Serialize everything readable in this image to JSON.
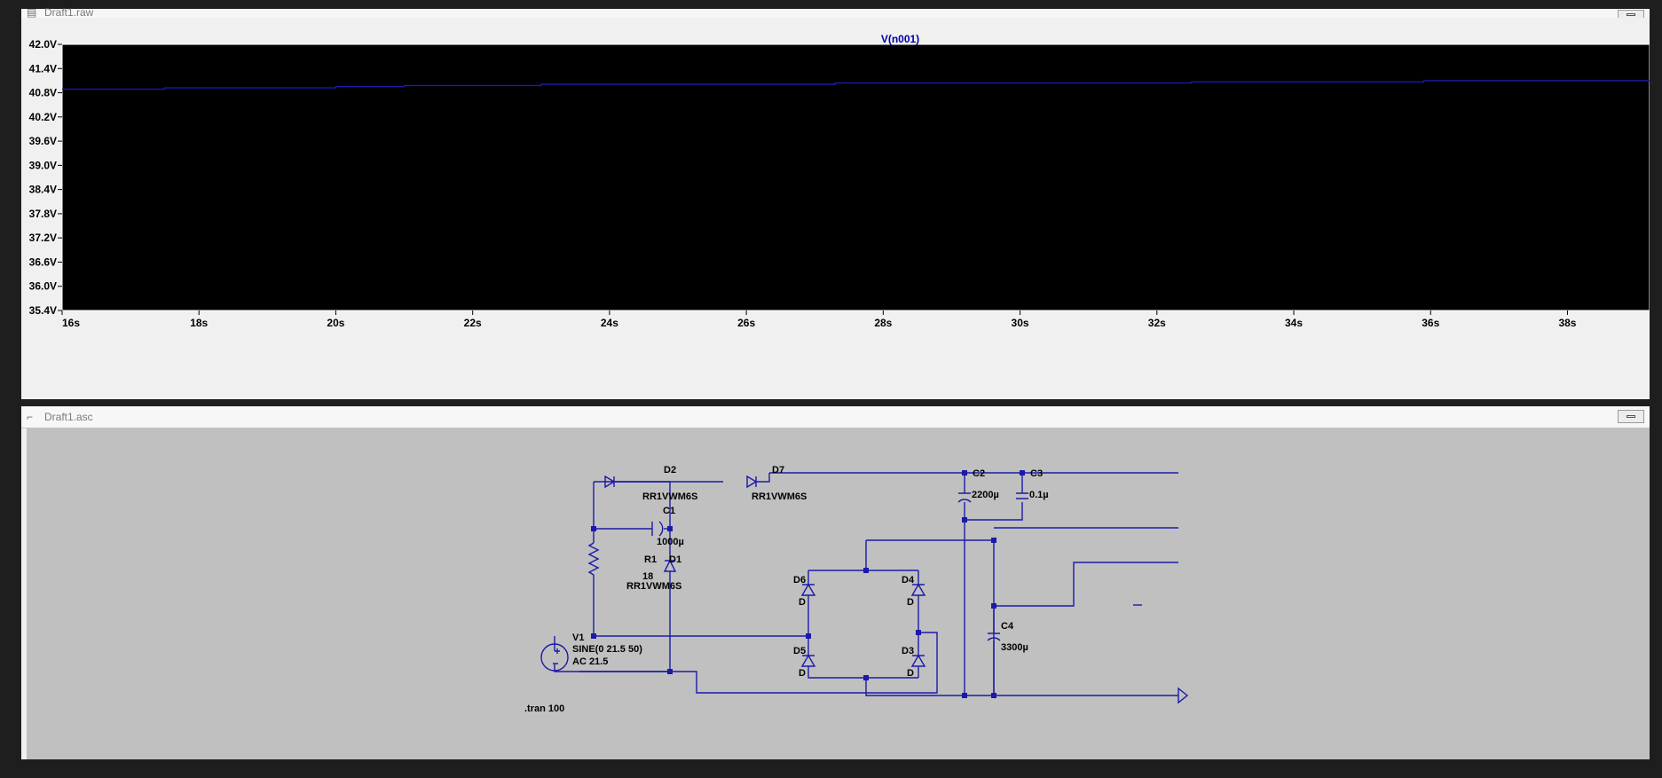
{
  "plot_window": {
    "title": "Draft1.raw",
    "trace_name": "V(n001)",
    "trace_color": "#1a1aa8",
    "background": "#000000",
    "y_ticks": [
      "42.0V",
      "41.4V",
      "40.8V",
      "40.2V",
      "39.6V",
      "39.0V",
      "38.4V",
      "37.8V",
      "37.2V",
      "36.6V",
      "36.0V",
      "35.4V"
    ],
    "x_ticks": [
      "16s",
      "18s",
      "20s",
      "22s",
      "24s",
      "26s",
      "28s",
      "30s",
      "32s",
      "34s",
      "36s",
      "38s"
    ]
  },
  "chart_data": {
    "type": "line",
    "title": "V(n001)",
    "xlabel": "",
    "ylabel": "",
    "xlim": [
      16,
      39.2
    ],
    "ylim": [
      35.4,
      42.0
    ],
    "grid": false,
    "series": [
      {
        "name": "V(n001)",
        "x": [
          16,
          17.5,
          17.5,
          20,
          20,
          21,
          21,
          23,
          23,
          27.3,
          27.3,
          32.5,
          32.5,
          35.9,
          35.9,
          39.2
        ],
        "y": [
          40.89,
          40.89,
          40.92,
          40.92,
          40.95,
          40.95,
          40.98,
          40.98,
          41.01,
          41.01,
          41.04,
          41.04,
          41.07,
          41.07,
          41.1,
          41.1
        ]
      }
    ]
  },
  "schematic_window": {
    "title": "Draft1.asc",
    "background": "#c0c0c0",
    "wire_color": "#1a1aa8",
    "components": {
      "D2": {
        "ref": "D2",
        "value": "RR1VWM6S"
      },
      "D7": {
        "ref": "D7",
        "value": "RR1VWM6S"
      },
      "C1": {
        "ref": "C1",
        "value": "1000µ"
      },
      "D1": {
        "ref": "D1",
        "value": "RR1VWM6S"
      },
      "R1": {
        "ref": "R1",
        "value": "18"
      },
      "V1": {
        "ref": "V1",
        "value": "SINE(0 21.5 50)",
        "value2": "AC 21.5"
      },
      "C2": {
        "ref": "C2",
        "value": "2200µ"
      },
      "C3": {
        "ref": "C3",
        "value": "0.1µ"
      },
      "C4": {
        "ref": "C4",
        "value": "3300µ"
      },
      "D6": {
        "ref": "D6",
        "value": "D"
      },
      "D4": {
        "ref": "D4",
        "value": "D"
      },
      "D5": {
        "ref": "D5",
        "value": "D"
      },
      "D3": {
        "ref": "D3",
        "value": "D"
      }
    },
    "directive": ".tran 100"
  }
}
